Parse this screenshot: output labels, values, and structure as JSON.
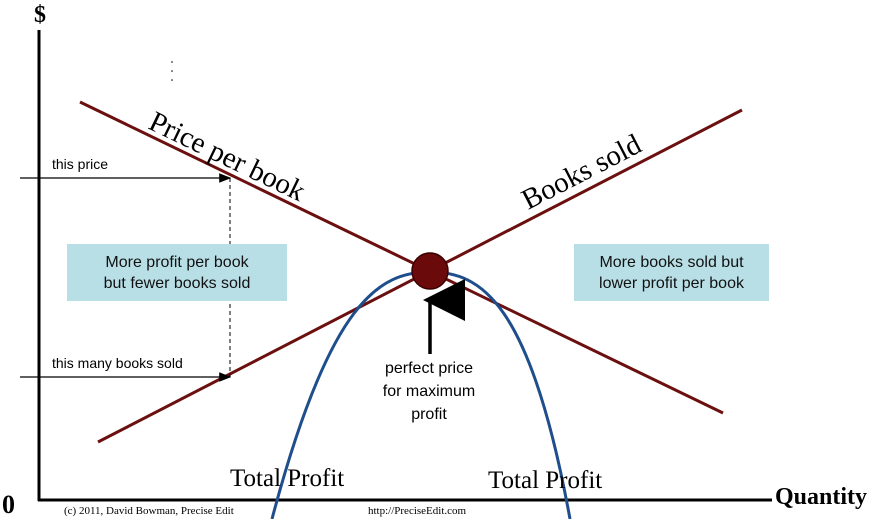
{
  "axes": {
    "y_label": "$",
    "x_label": "Quantity",
    "origin_label": "0"
  },
  "lines": {
    "price_label": "Price per book",
    "books_label": "Books sold",
    "profit_left_label": "Total Profit",
    "profit_right_label": "Total Profit"
  },
  "markers": {
    "this_price": "this price",
    "this_many": "this many books sold"
  },
  "boxes": {
    "left_line1": "More profit per book",
    "left_line2": "but fewer books sold",
    "right_line1": "More books sold but",
    "right_line2": "lower profit per book"
  },
  "annotation": {
    "line1": "perfect price",
    "line2": "for maximum",
    "line3": "profit"
  },
  "footer": {
    "copyright": "(c) 2011, David Bowman, Precise Edit",
    "url": "http://PreciseEdit.com"
  },
  "colors": {
    "price_line": "#6b0f0f",
    "books_line": "#6b0f0f",
    "profit_curve": "#1f4e8c",
    "optimum_dot": "#6b0a0a",
    "box_fill": "#b9dfe6",
    "axis": "#000000"
  }
}
